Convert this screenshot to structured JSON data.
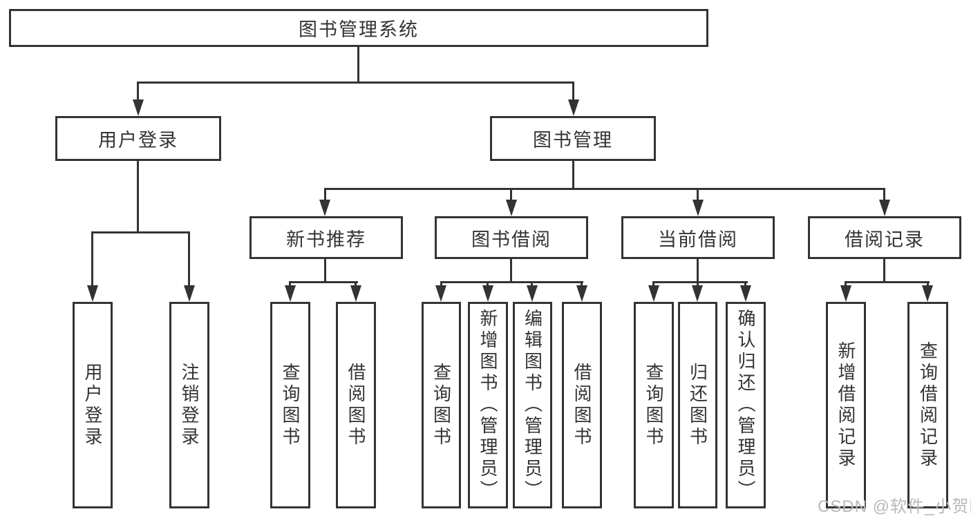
{
  "diagram_type": "functional-structure-tree",
  "tree": {
    "label": "图书管理系统",
    "children": [
      {
        "label": "用户登录",
        "children": [
          {
            "label": "用户登录"
          },
          {
            "label": "注销登录"
          }
        ]
      },
      {
        "label": "图书管理",
        "children": [
          {
            "label": "新书推荐",
            "children": [
              {
                "label": "查询图书"
              },
              {
                "label": "借阅图书"
              }
            ]
          },
          {
            "label": "图书借阅",
            "children": [
              {
                "label": "查询图书"
              },
              {
                "label": "新增图书（管理员）"
              },
              {
                "label": "编辑图书（管理员）"
              },
              {
                "label": "借阅图书"
              }
            ]
          },
          {
            "label": "当前借阅",
            "children": [
              {
                "label": "查询图书"
              },
              {
                "label": "归还图书"
              },
              {
                "label": "确认归还（管理员）"
              }
            ]
          },
          {
            "label": "借阅记录",
            "children": [
              {
                "label": "新增借阅记录"
              },
              {
                "label": "查询借阅记录"
              }
            ]
          }
        ]
      }
    ]
  },
  "watermark": {
    "text": "CSDN @软件_小贺同学",
    "color": "#b8b8b8"
  },
  "colors": {
    "line": "#333333",
    "border": "#333333",
    "text": "#333333",
    "background": "#ffffff"
  }
}
